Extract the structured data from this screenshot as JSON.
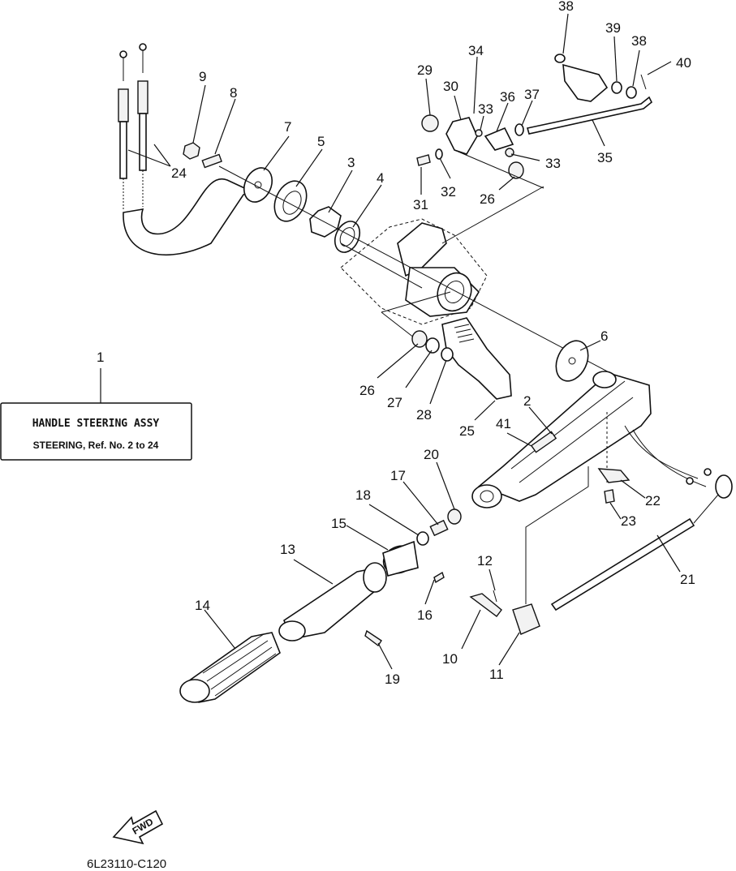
{
  "note": {
    "ref": "1",
    "title": "HANDLE STEERING ASSY",
    "subtitle": "STEERING, Ref. No. 2 to 24"
  },
  "drawing_code": "6L23110-C120",
  "direction_label": "FWD",
  "callouts": {
    "c38a": "38",
    "c39": "39",
    "c38b": "38",
    "c40": "40",
    "c34": "34",
    "c29": "29",
    "c30": "30",
    "c33a": "33",
    "c36": "36",
    "c37": "37",
    "c33b": "33",
    "c35": "35",
    "c31": "31",
    "c32": "32",
    "c26a": "26",
    "c9": "9",
    "c8": "8",
    "c7": "7",
    "c5": "5",
    "c3": "3",
    "c4": "4",
    "c24": "24",
    "c6": "6",
    "c26b": "26",
    "c27": "27",
    "c28": "28",
    "c25": "25",
    "c2": "2",
    "c41": "41",
    "c20": "20",
    "c17": "17",
    "c18": "18",
    "c15": "15",
    "c13": "13",
    "c14": "14",
    "c16": "16",
    "c19": "19",
    "c12": "12",
    "c10": "10",
    "c11": "11",
    "c21": "21",
    "c22": "22",
    "c23": "23"
  }
}
